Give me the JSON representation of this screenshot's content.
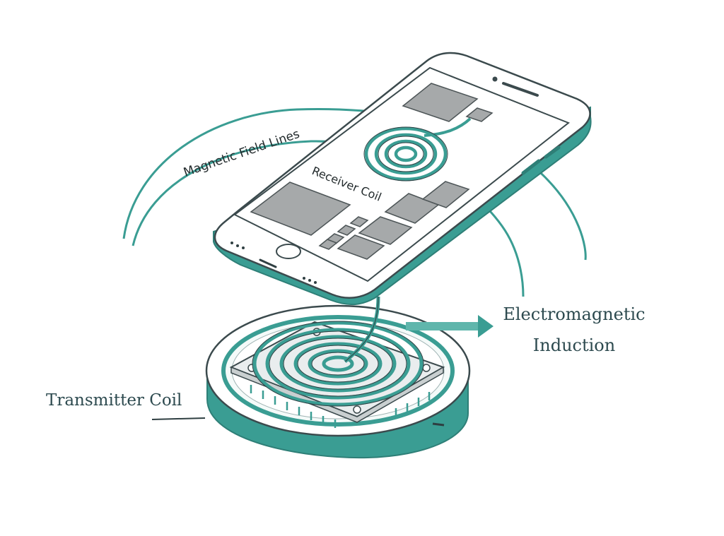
{
  "labels": {
    "magnetic_field_lines": "Magnetic Field Lines",
    "receiver_coil": "Receiver Coil",
    "electromagnetic_induction_line1": "Electromagnetic",
    "electromagnetic_induction_line2": "Induction",
    "transmitter_coil": "Transmitter Coil"
  },
  "colors": {
    "teal": "#3a9d93",
    "teal_dark": "#2e7f77",
    "teal_light": "#5fb6ac",
    "outline": "#3b4a4d",
    "chip_fill": "#a6a9aa",
    "chip_stroke": "#4d5557",
    "phone_body": "#ffffff"
  },
  "icons": {
    "phone": "smartphone-icon",
    "charging_pad": "charging-pad-icon",
    "arrow": "arrow-right-icon"
  }
}
